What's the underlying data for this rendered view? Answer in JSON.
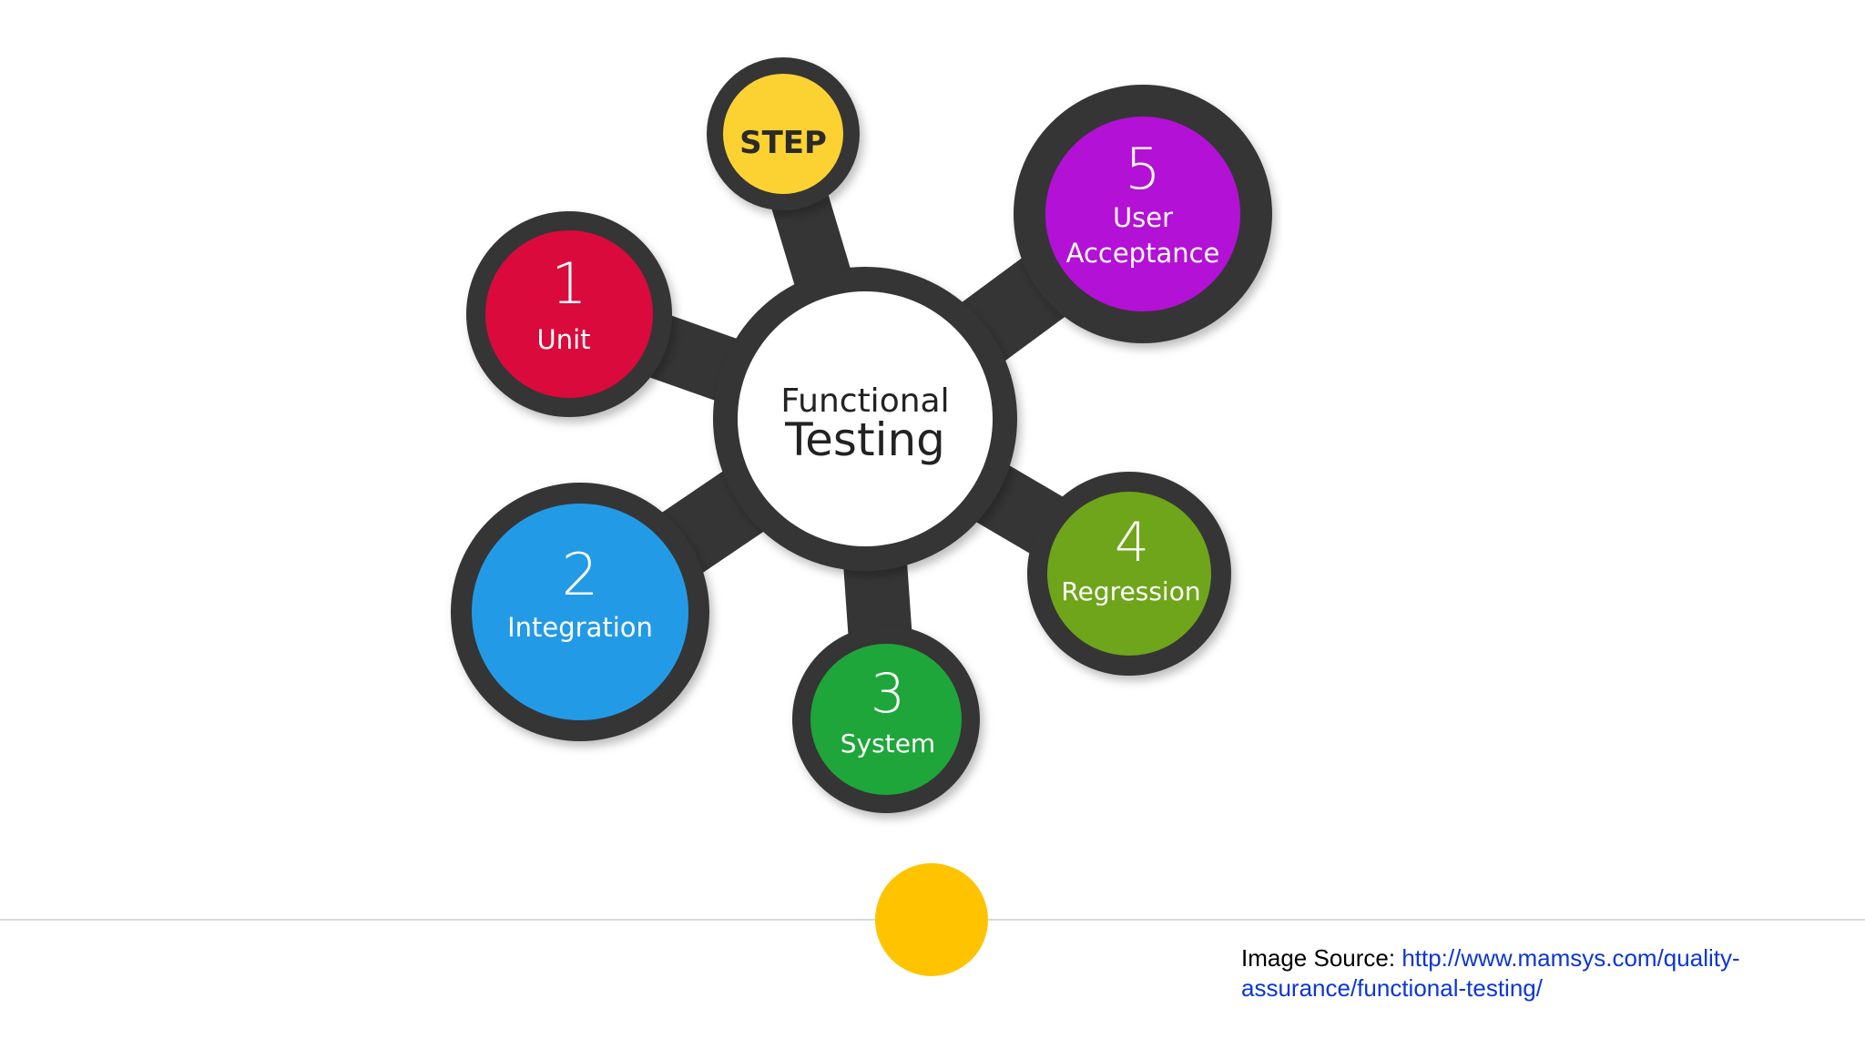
{
  "diagram": {
    "center_line1": "Functional",
    "center_line2": "Testing",
    "step_label": "STEP",
    "nodes": [
      {
        "number": "1",
        "label": "Unit",
        "color": "#db0a3c"
      },
      {
        "number": "2",
        "label": "Integration",
        "color": "#239ae5"
      },
      {
        "number": "3",
        "label": "System",
        "color": "#1fa63a"
      },
      {
        "number": "4",
        "label": "Regression",
        "color": "#6fa51a"
      },
      {
        "number": "5",
        "label_line1": "User",
        "label_line2": "Acceptance",
        "color": "#b311d6"
      }
    ],
    "step_color": "#fcd232",
    "ring_color": "#353535"
  },
  "footer": {
    "source_prefix": "Image Source: ",
    "source_link": "http://www.mamsys.com/quality-assurance/functional-testing/",
    "accent_color": "#ffc300"
  }
}
